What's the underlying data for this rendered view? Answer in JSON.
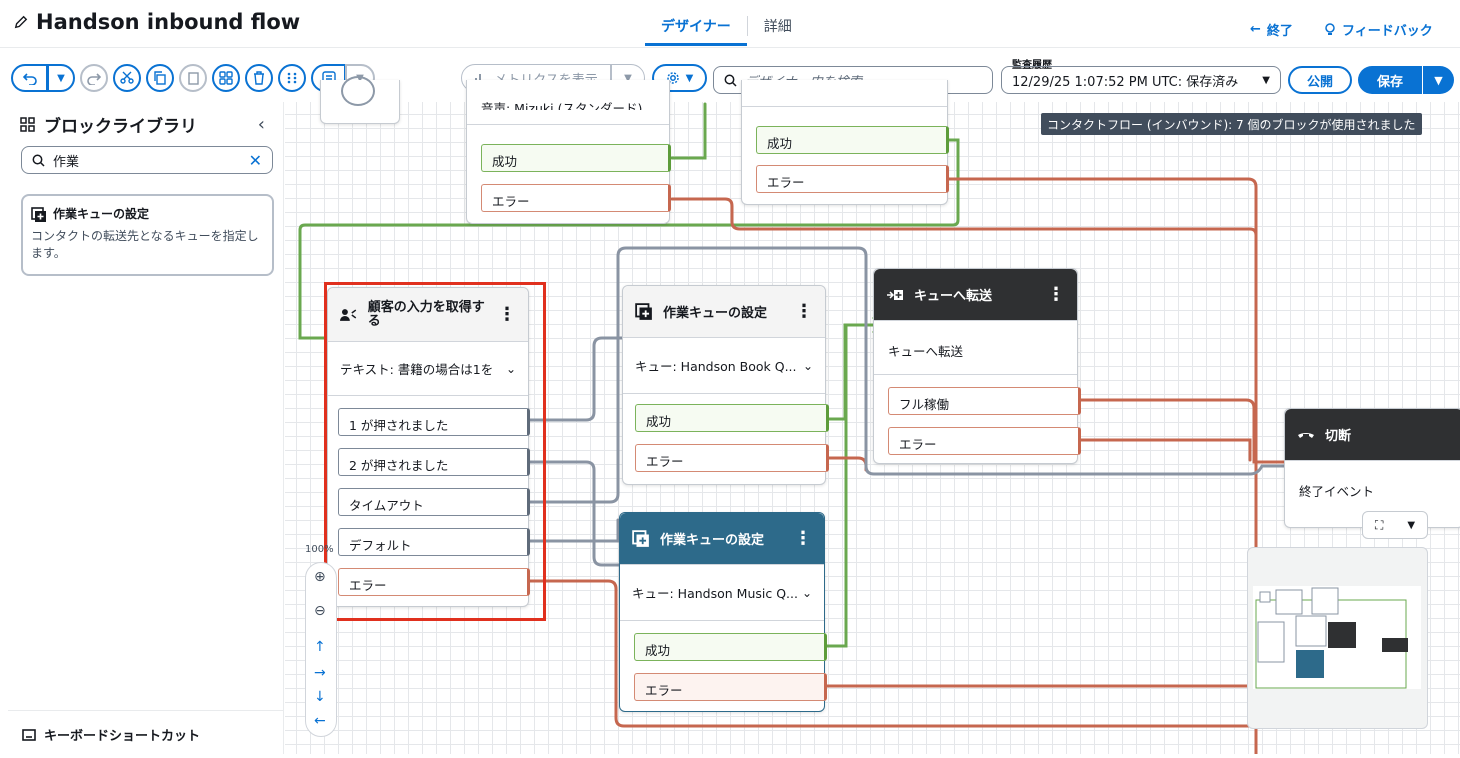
{
  "header": {
    "title": "Handson inbound flow",
    "tabs": [
      "デザイナー",
      "詳細"
    ],
    "exit": "終了",
    "feedback": "フィードバック"
  },
  "toolbar": {
    "metrics": "メトリクスを表示",
    "search_placeholder": "デザイナー内を検索",
    "audit_label": "監査履歴",
    "audit_value": "12/29/25 1:07:52 PM UTC: 保存済み",
    "publish": "公開",
    "save": "保存"
  },
  "sidebar": {
    "title": "ブロックライブラリ",
    "search_value": "作業",
    "card": {
      "title": "作業キューの設定",
      "desc": "コンタクトの転送先となるキューを指定します。"
    },
    "footer": "キーボードショートカット"
  },
  "canvas": {
    "badge": "コンタクトフロー (インバウンド): 7 個のブロックが使用されました",
    "zoom": "100%",
    "top_left_block": {
      "text": "音声: Mizuki (スタンダード)",
      "ports": [
        "成功",
        "エラー"
      ]
    },
    "top_mid_block": {
      "ports": [
        "成功",
        "エラー"
      ]
    },
    "get_input": {
      "title": "顧客の入力を取得する",
      "text": "テキスト: 書籍の場合は1を",
      "ports": [
        "1 が押されました",
        "2 が押されました",
        "タイムアウト",
        "デフォルト",
        "エラー"
      ]
    },
    "queue1": {
      "title": "作業キューの設定",
      "text": "キュー: Handson Book Q...",
      "ports": [
        "成功",
        "エラー"
      ]
    },
    "queue2": {
      "title": "作業キューの設定",
      "text": "キュー: Handson Music Q...",
      "ports": [
        "成功",
        "エラー"
      ]
    },
    "transfer": {
      "title": "キューへ転送",
      "text": "キューへ転送",
      "ports": [
        "フル稼働",
        "エラー"
      ]
    },
    "disconnect": {
      "title": "切断",
      "text": "終了イベント"
    }
  },
  "colors": {
    "accent": "#0972d3",
    "success_wire": "#6aa84f",
    "error_wire": "#c6674f",
    "neutral_wire": "#8a94a3",
    "highlight": "#e0301e"
  }
}
